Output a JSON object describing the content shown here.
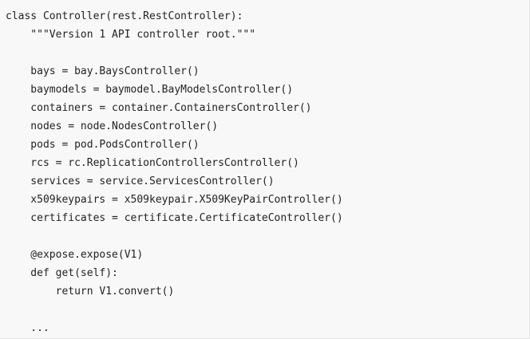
{
  "code": {
    "lines": [
      "class Controller(rest.RestController):",
      "    \"\"\"Version 1 API controller root.\"\"\"",
      "",
      "    bays = bay.BaysController()",
      "    baymodels = baymodel.BayModelsController()",
      "    containers = container.ContainersController()",
      "    nodes = node.NodesController()",
      "    pods = pod.PodsController()",
      "    rcs = rc.ReplicationControllersController()",
      "    services = service.ServicesController()",
      "    x509keypairs = x509keypair.X509KeyPairController()",
      "    certificates = certificate.CertificateController()",
      "",
      "    @expose.expose(V1)",
      "    def get(self):",
      "        return V1.convert()",
      "",
      "    ..."
    ]
  }
}
